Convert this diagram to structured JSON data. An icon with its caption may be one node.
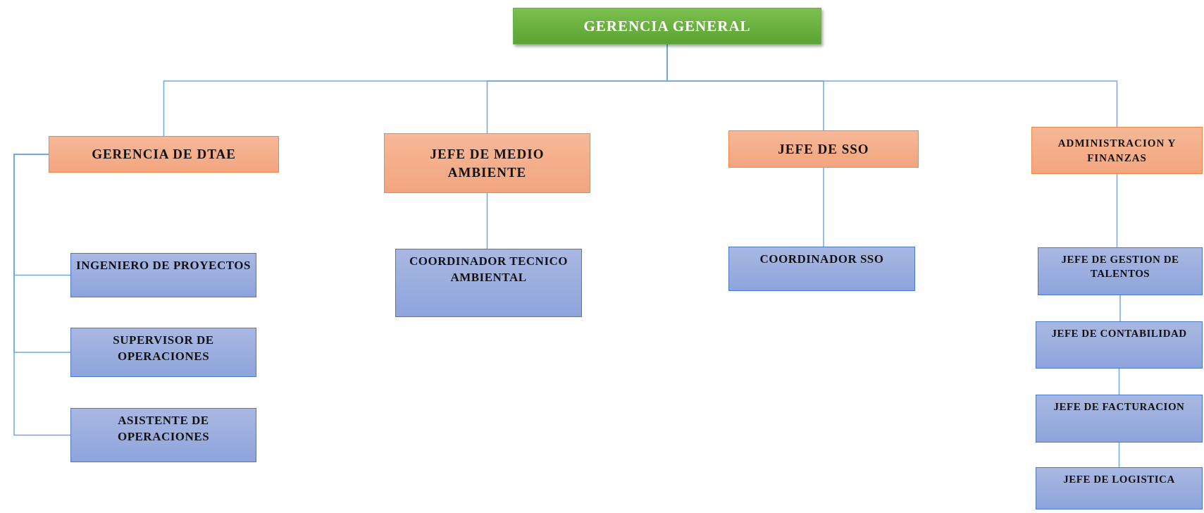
{
  "diagram": {
    "nodes": [
      {
        "text": [
          "GERENCIA GENERAL"
        ]
      },
      {
        "text": [
          "GERENCIA DE DTAE"
        ]
      },
      {
        "text": [
          "JEFE DE MEDIO AMBIENTE"
        ]
      },
      {
        "text": [
          "JEFE DE SSO"
        ]
      },
      {
        "text": [
          "ADMINISTRACION Y FINANZAS"
        ]
      },
      {
        "text": [
          "INGENIERO DE PROYECTOS"
        ]
      },
      {
        "text": [
          "SUPERVISOR DE OPERACIONES"
        ]
      },
      {
        "text": [
          "ASISTENTE DE OPERACIONES"
        ]
      },
      {
        "text": [
          "COORDINADOR TECNICO AMBIENTAL"
        ]
      },
      {
        "text": [
          "COORDINADOR SSO"
        ]
      },
      {
        "text": [
          "JEFE DE GESTION DE TALENTOS"
        ]
      },
      {
        "text": [
          "JEFE DE CONTABILIDAD"
        ]
      },
      {
        "text": [
          "JEFE DE FACTURACION"
        ]
      },
      {
        "text": [
          "JEFE DE LOGISTICA"
        ]
      }
    ],
    "edges": [
      {
        "from": 0,
        "to": 1,
        "arrow": "none"
      },
      {
        "from": 0,
        "to": 2,
        "arrow": "none"
      },
      {
        "from": 0,
        "to": 3,
        "arrow": "none"
      },
      {
        "from": 0,
        "to": 4,
        "arrow": "none"
      },
      {
        "from": 1,
        "to": 5,
        "arrow": "none"
      },
      {
        "from": 1,
        "to": 6,
        "arrow": "none"
      },
      {
        "from": 1,
        "to": 7,
        "arrow": "none"
      },
      {
        "from": 2,
        "to": 8,
        "arrow": "none"
      },
      {
        "from": 3,
        "to": 9,
        "arrow": "none"
      },
      {
        "from": 4,
        "to": 10,
        "arrow": "none"
      },
      {
        "from": 10,
        "to": 11,
        "arrow": "none"
      },
      {
        "from": 11,
        "to": 12,
        "arrow": "none"
      },
      {
        "from": 12,
        "to": 13,
        "arrow": "none"
      }
    ]
  }
}
